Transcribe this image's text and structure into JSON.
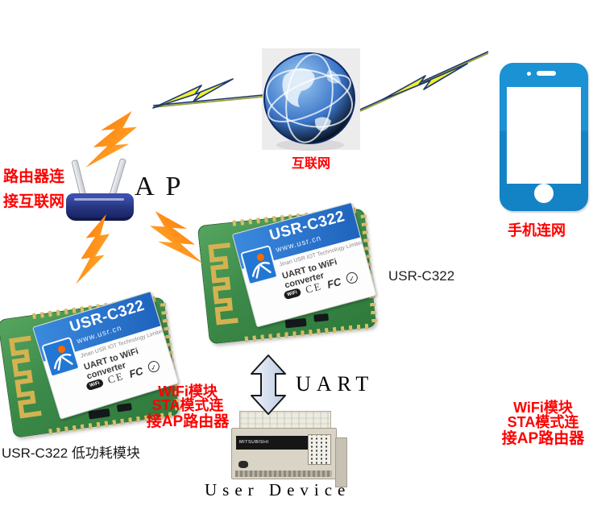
{
  "notes": {
    "router": {
      "line1": "路由器连",
      "line2": "接互联网"
    },
    "sta_center": {
      "line1": "WiFi模块",
      "line2": "STA模式连",
      "line3": "接AP路由器"
    },
    "sta_right": {
      "line1": "WiFi模块",
      "line2": "STA模式连",
      "line3": "接AP路由器"
    }
  },
  "labels": {
    "ap": "AP",
    "internet": "互联网",
    "phone": "手机连网",
    "module_center": "USR-C322",
    "module_left": "USR-C322 低功耗模块",
    "uart": "UART",
    "user_device": "User Device"
  },
  "module_sticker": {
    "model": "USR-C322",
    "website": "www.usr.cn",
    "company": "Jinan USR IOT Technology Limited",
    "product": "UART to WiFi converter",
    "wifi_badge": "WiFi",
    "cert_ce": "CE",
    "cert_fcc": "FC",
    "cert_check": "✓"
  },
  "device": {
    "brand": "MITSUBISHI"
  },
  "colors": {
    "note_red": "#FE0000",
    "phone_blue": "#1587C9",
    "bolt_orange": "#FF7A00",
    "bolt_yellow": "#F2EE35",
    "line_navy": "#1F3A6E",
    "pcb_green": "#3C8A49",
    "sticker_blue": "#2B7BD4"
  }
}
